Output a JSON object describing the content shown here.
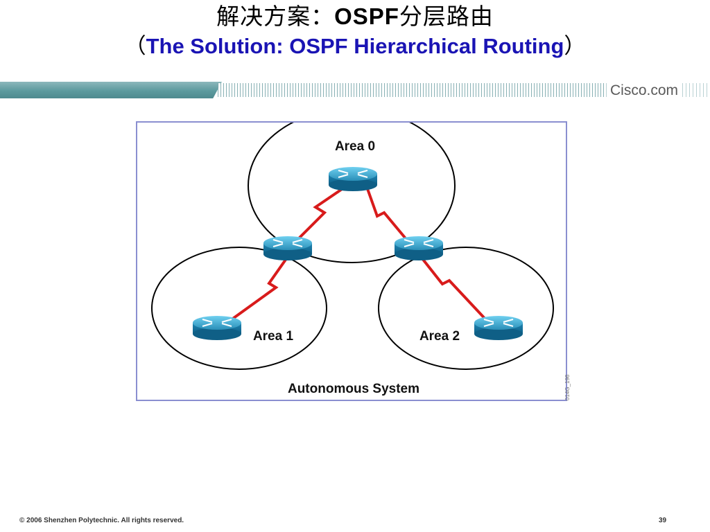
{
  "title": {
    "line1_prefix": "解决方案：",
    "line1_bold": "OSPF",
    "line1_suffix": "分层路由",
    "line2_open": "（",
    "line2_text": "The Solution: OSPF Hierarchical Routing",
    "line2_close": "）"
  },
  "banner": {
    "logo": "Cisco.com"
  },
  "diagram": {
    "areas": [
      {
        "id": "area0",
        "label": "Area 0"
      },
      {
        "id": "area1",
        "label": "Area 1"
      },
      {
        "id": "area2",
        "label": "Area 2"
      }
    ],
    "as_label": "Autonomous System",
    "figure_code": "014G_198",
    "link_color": "#d81b1b",
    "router_color": "#2f9ec4"
  },
  "footer": {
    "copyright": "© 2006 Shenzhen Polytechnic. All rights reserved.",
    "page": "39"
  }
}
